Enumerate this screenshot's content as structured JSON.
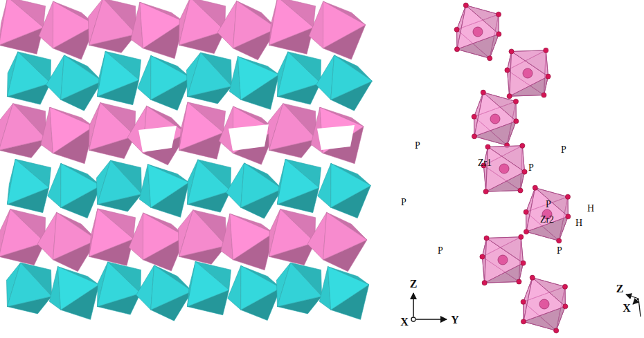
{
  "diagram": {
    "labels": [
      "Z",
      "X",
      "Y",
      "P",
      "P",
      "Zr1",
      "P",
      "P",
      "P",
      "H",
      "Zr2",
      "H",
      "P",
      "P",
      "Z",
      "X"
    ]
  }
}
